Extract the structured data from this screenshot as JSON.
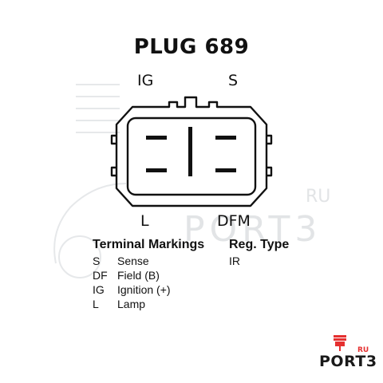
{
  "diagram": {
    "title": "PLUG 689",
    "pins": {
      "top_left": "IG",
      "top_right": "S",
      "bottom_left": "L",
      "bottom_right": "DFM"
    }
  },
  "legend": {
    "terminal_heading": "Terminal Markings",
    "reg_heading": "Reg. Type",
    "reg_value": "IR",
    "terminals": [
      {
        "code": "S",
        "desc": "Sense"
      },
      {
        "code": "DF",
        "desc": "Field (B)"
      },
      {
        "code": "IG",
        "desc": "Ignition (+)"
      },
      {
        "code": "L",
        "desc": "Lamp"
      }
    ]
  },
  "watermark": {
    "text": "PORT3",
    "ru": "RU"
  },
  "logo": {
    "ru": "RU",
    "text": "PORT3",
    "accent_color": "#e53030"
  }
}
